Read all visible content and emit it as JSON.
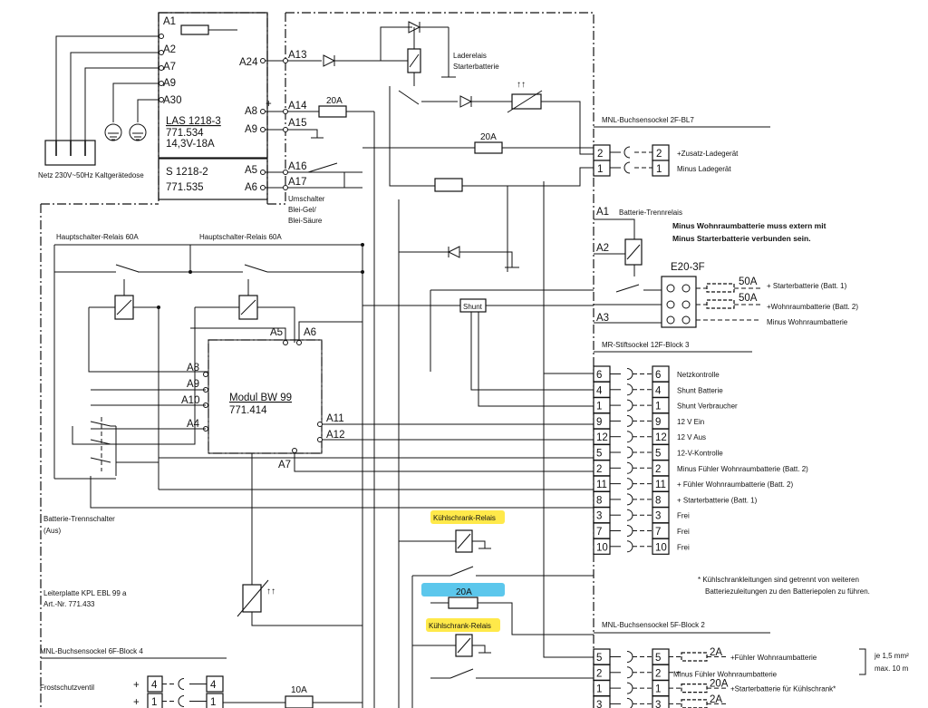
{
  "las": {
    "a1": "A1",
    "a2": "A2",
    "a7": "A7",
    "a9": "A9",
    "a30": "A30",
    "name": "LAS 1218-3",
    "number": "771.534",
    "range": "14,3V-18A"
  },
  "s_box": {
    "name": "S 1218-2",
    "number": "771.535"
  },
  "pins_left": {
    "a24": "A24",
    "a8": "A8",
    "a9": "A9",
    "a5": "A5",
    "a6": "A6",
    "plus": "+"
  },
  "pins_mid": {
    "a13": "A13",
    "a14": "A14",
    "a15": "A15",
    "a16": "A16",
    "a17": "A17"
  },
  "fuses": {
    "f20a_1": "20A",
    "f20a_2": "20A",
    "f20a_3": "20A",
    "f10a": "10A"
  },
  "labels": {
    "mains": "Netz 230V~50Hz Kaltgerätedose",
    "ladirelais": "Laderelais",
    "starterbatterie": "Starterbatterie",
    "umschalter": "Umschalter",
    "blei_gel": "Blei-Gel/",
    "blei_saeure": "Blei-Säure",
    "hauptschalter1": "Hauptschalter-Relais 60A",
    "hauptschalter2": "Hauptschalter-Relais 60A",
    "shunt": "Shunt",
    "bt_aus1": "Batterie-Trennschalter",
    "bt_aus2": "(Aus)",
    "leiterplatte1": "Leiterplatte KPL EBL 99 a",
    "leiterplatte2": "Art.-Nr. 771.433",
    "mnl6f": "MNL-Buchsensockel 6F-Block 4",
    "frostschutz": "Frostschutzventil",
    "kuehl1": "Kühlschrank-Relais",
    "kuehl2": "Kühlschrank-Relais",
    "mnl2f": "MNL-Buchsensockel 2F-BL7",
    "zusatz": "+Zusatz-Ladegerät",
    "minus_lade": "Minus Ladegerät",
    "a1_right": "A1",
    "bt_relais": "Batterie-Trennrelais",
    "note1": "Minus Wohnraumbatterie muss extern mit",
    "note2": "Minus Starterbatterie verbunden sein.",
    "a2_right": "A2",
    "a3_right": "A3",
    "e20": "E20-3F",
    "f50a_1": "50A",
    "f50a_2": "50A",
    "starter_batt": "+ Starterbatterie (Batt. 1)",
    "wohn_batt": "+Wohnraumbatterie (Batt. 2)",
    "minus_wohn": "Minus Wohnraumbatterie",
    "mr12f": "MR-Stiftsockel 12F-Block 3",
    "mnl5f": "MNL-Buchsensockel 5F-Block 2",
    "kuehl_note1": "* Kühlschrankleitungen sind getrennt von weiteren",
    "kuehl_note2": "Batteriezuleitungen zu den Batteriepolen zu führen.",
    "je15": "je 1,5 mm²",
    "max10": "max. 10 m"
  },
  "modul": {
    "name": "Modul BW 99",
    "number": "771.414",
    "a5": "A5",
    "a6": "A6",
    "a7": "A7",
    "a8": "A8",
    "a9": "A9",
    "a10": "A10",
    "a4": "A4",
    "a11": "A11",
    "a12": "A12"
  },
  "block3": [
    {
      "pin": "6",
      "label": "Netzkontrolle"
    },
    {
      "pin": "4",
      "label": "Shunt Batterie"
    },
    {
      "pin": "1",
      "label": "Shunt Verbraucher"
    },
    {
      "pin": "9",
      "label": "12 V Ein"
    },
    {
      "pin": "12",
      "label": "12 V Aus"
    },
    {
      "pin": "5",
      "label": "12-V-Kontrolle"
    },
    {
      "pin": "2",
      "label": "Minus Fühler Wohnraumbatterie (Batt. 2)"
    },
    {
      "pin": "11",
      "label": "+ Fühler Wohnraumbatterie (Batt. 2)"
    },
    {
      "pin": "8",
      "label": "+ Starterbatterie (Batt. 1)"
    },
    {
      "pin": "3",
      "label": "Frei"
    },
    {
      "pin": "7",
      "label": "Frei"
    },
    {
      "pin": "10",
      "label": "Frei"
    }
  ],
  "block2": [
    {
      "pin": "5",
      "fuse": "2A",
      "label": "+Fühler Wohnraumbatterie"
    },
    {
      "pin": "2",
      "fuse": "",
      "label": "Minus Fühler Wohnraumbatterie"
    },
    {
      "pin": "1",
      "fuse": "20A",
      "label": "+Starterbatterie für Kühlschrank*"
    },
    {
      "pin": "3",
      "fuse": "2A",
      "label": ""
    }
  ],
  "block4": [
    {
      "sign": "+",
      "pin": "4"
    },
    {
      "sign": "+",
      "pin": "1"
    }
  ],
  "highlight_colors": {
    "yellow": "#ffe94a",
    "blue": "#5cc7ec"
  }
}
